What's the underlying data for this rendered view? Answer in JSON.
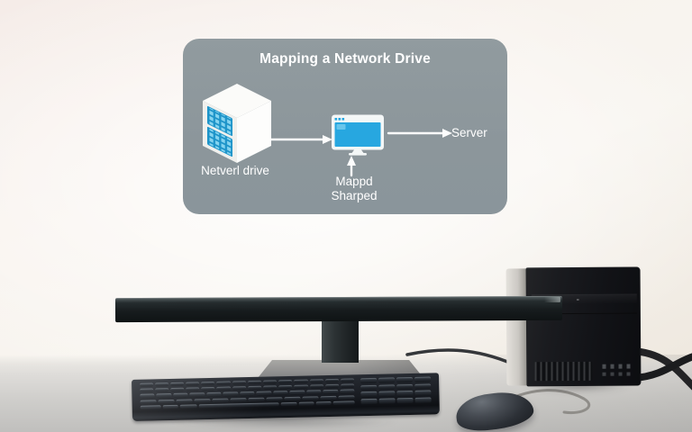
{
  "diagram": {
    "title": "Mapping a Network Drive",
    "nodes": {
      "network_drive": {
        "icon": "server-rack-icon",
        "label": "Netverl drive"
      },
      "mapped_drive": {
        "icon": "monitor-window-icon",
        "label_line1": "Mappd",
        "label_line2": "Sharped"
      },
      "server": {
        "label": "Server"
      }
    },
    "icons": [
      "arrow-right-icon",
      "arrow-right-icon",
      "arrow-up-icon"
    ],
    "colors": {
      "panel_gray": "#8d969b",
      "diagram_text": "#ffffff",
      "accent_blue": "#27a7e0",
      "accent_blue_light": "#85d4f0"
    }
  },
  "photo": {
    "objects": [
      "flat-panel-monitor",
      "monitor-stand",
      "monitor-base",
      "keyboard",
      "mouse",
      "pc-tower",
      "cables",
      "desk-surface"
    ]
  }
}
